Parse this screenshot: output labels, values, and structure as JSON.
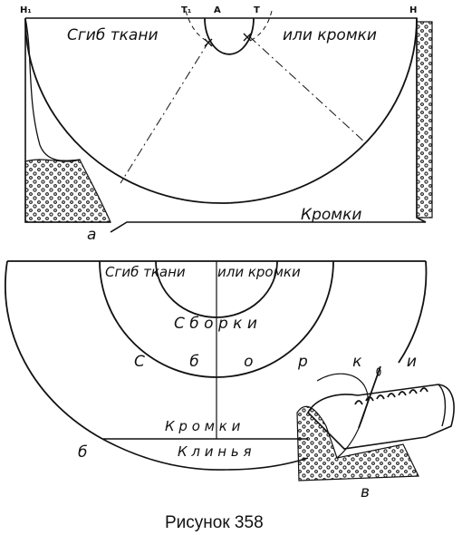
{
  "figure_a": {
    "label": "а",
    "points": {
      "n1": "Н₁",
      "t1": "Т₁",
      "a": "А",
      "t": "Т",
      "n": "Н"
    },
    "text_fold_left": "Сгиб ткани",
    "text_fold_right": "или кромки",
    "text_selvage": "Кромки"
  },
  "figure_b": {
    "label": "б",
    "text_fold_left": "Сгиб ткани",
    "text_fold_right": "или кромки",
    "text_gathers_1": "С б о р к и",
    "text_gathers_2": "С б о р к и",
    "text_selvage": "К р о м к и",
    "text_gores": "К л и н ь я"
  },
  "figure_c": {
    "label": "в"
  },
  "caption": "Рисунок 358",
  "colors": {
    "ink": "#111111",
    "paper": "#ffffff"
  }
}
